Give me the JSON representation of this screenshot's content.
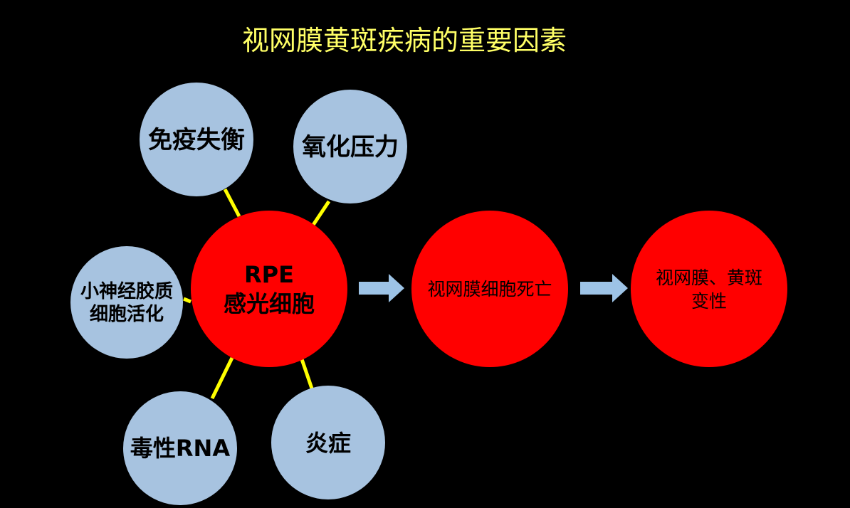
{
  "title": "视网膜黄斑疾病的重要因素",
  "center_node": {
    "line1": "RPE",
    "line2": "感光细胞"
  },
  "satellites": [
    {
      "lines": [
        "免疫失衡"
      ]
    },
    {
      "lines": [
        "氧化压力"
      ]
    },
    {
      "lines": [
        "小神经胶质",
        "细胞活化"
      ]
    },
    {
      "lines": [
        "毒性RNA"
      ]
    },
    {
      "lines": [
        "炎症"
      ]
    }
  ],
  "outcome_nodes": [
    {
      "lines": [
        "视网膜细胞死亡"
      ]
    },
    {
      "lines": [
        "视网膜、黄斑",
        "变性"
      ]
    }
  ],
  "colors": {
    "background": "#000000",
    "title": "#FFFF66",
    "red_node": "#FF0000",
    "satellite": "#A7C3E0",
    "connector": "#FFFF00",
    "arrow": "#9DC3E6"
  }
}
